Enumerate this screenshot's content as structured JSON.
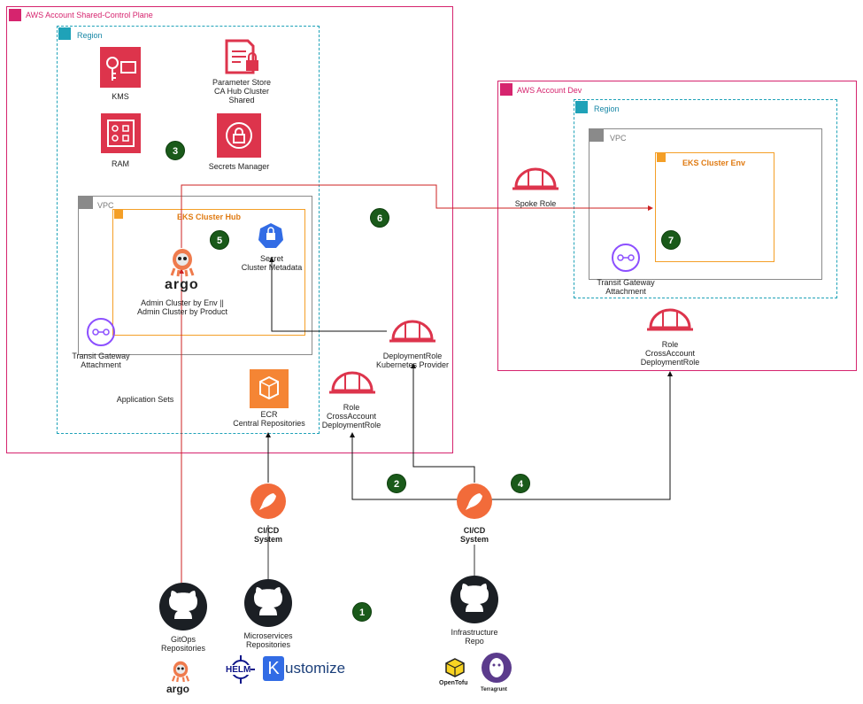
{
  "accounts": {
    "shared": {
      "title": "AWS Account Shared-Control Plane"
    },
    "dev": {
      "title": "AWS Account Dev"
    }
  },
  "regions": {
    "shared": "Region",
    "dev": "Region"
  },
  "vpcs": {
    "shared": "VPC",
    "dev": "VPC"
  },
  "clusters": {
    "hub": "EKS Cluster Hub",
    "env": "EKS Cluster Env"
  },
  "services": {
    "kms": "KMS",
    "ram": "RAM",
    "param_store": [
      "Parameter Store",
      "CA Hub Cluster",
      "Shared"
    ],
    "secrets_manager": "Secrets Manager",
    "secret": [
      "Secret",
      "Cluster Metadata"
    ],
    "argo_label": [
      "Admin Cluster by Env ||",
      "Admin Cluster by Product"
    ],
    "tgw_shared": [
      "Transit Gateway",
      "Attachment"
    ],
    "tgw_dev": [
      "Transit Gateway",
      "Attachment"
    ],
    "application_sets": "Application Sets",
    "ecr": [
      "ECR",
      "Central Repositories"
    ],
    "deploy_role_k8s": [
      "DeploymentRole",
      "Kubernetes Provider"
    ],
    "role_cross_shared": [
      "Role",
      "CrossAccount",
      "DeploymentRole"
    ],
    "spoke_role": "Spoke Role",
    "role_cross_dev": [
      "Role",
      "CrossAccount",
      "DeploymentRole"
    ],
    "cicd_left": [
      "CI/CD",
      "System"
    ],
    "cicd_right": [
      "CI/CD",
      "System"
    ],
    "gitops": [
      "GitOps",
      "Repositories"
    ],
    "microservices": [
      "Microservices",
      "Repositories"
    ],
    "infra": [
      "Infrastructure",
      "Repo"
    ]
  },
  "logos": {
    "argo": "argo",
    "helm": "HELM",
    "kustomize": "ustomize",
    "kustomize_k": "K",
    "opentofu": "OpenTofu",
    "terragrunt": "Terragrunt"
  },
  "steps": [
    "1",
    "2",
    "3",
    "4",
    "5",
    "6",
    "7"
  ],
  "colors": {
    "account": "#d6246e",
    "region": "#1fa2b8",
    "eks": "#f49f27",
    "security": "#dd344c",
    "step": "#1a5a1a",
    "arrow_red": "#cc2222",
    "ecr": "#f58534",
    "cicd": "#f26b3a"
  }
}
